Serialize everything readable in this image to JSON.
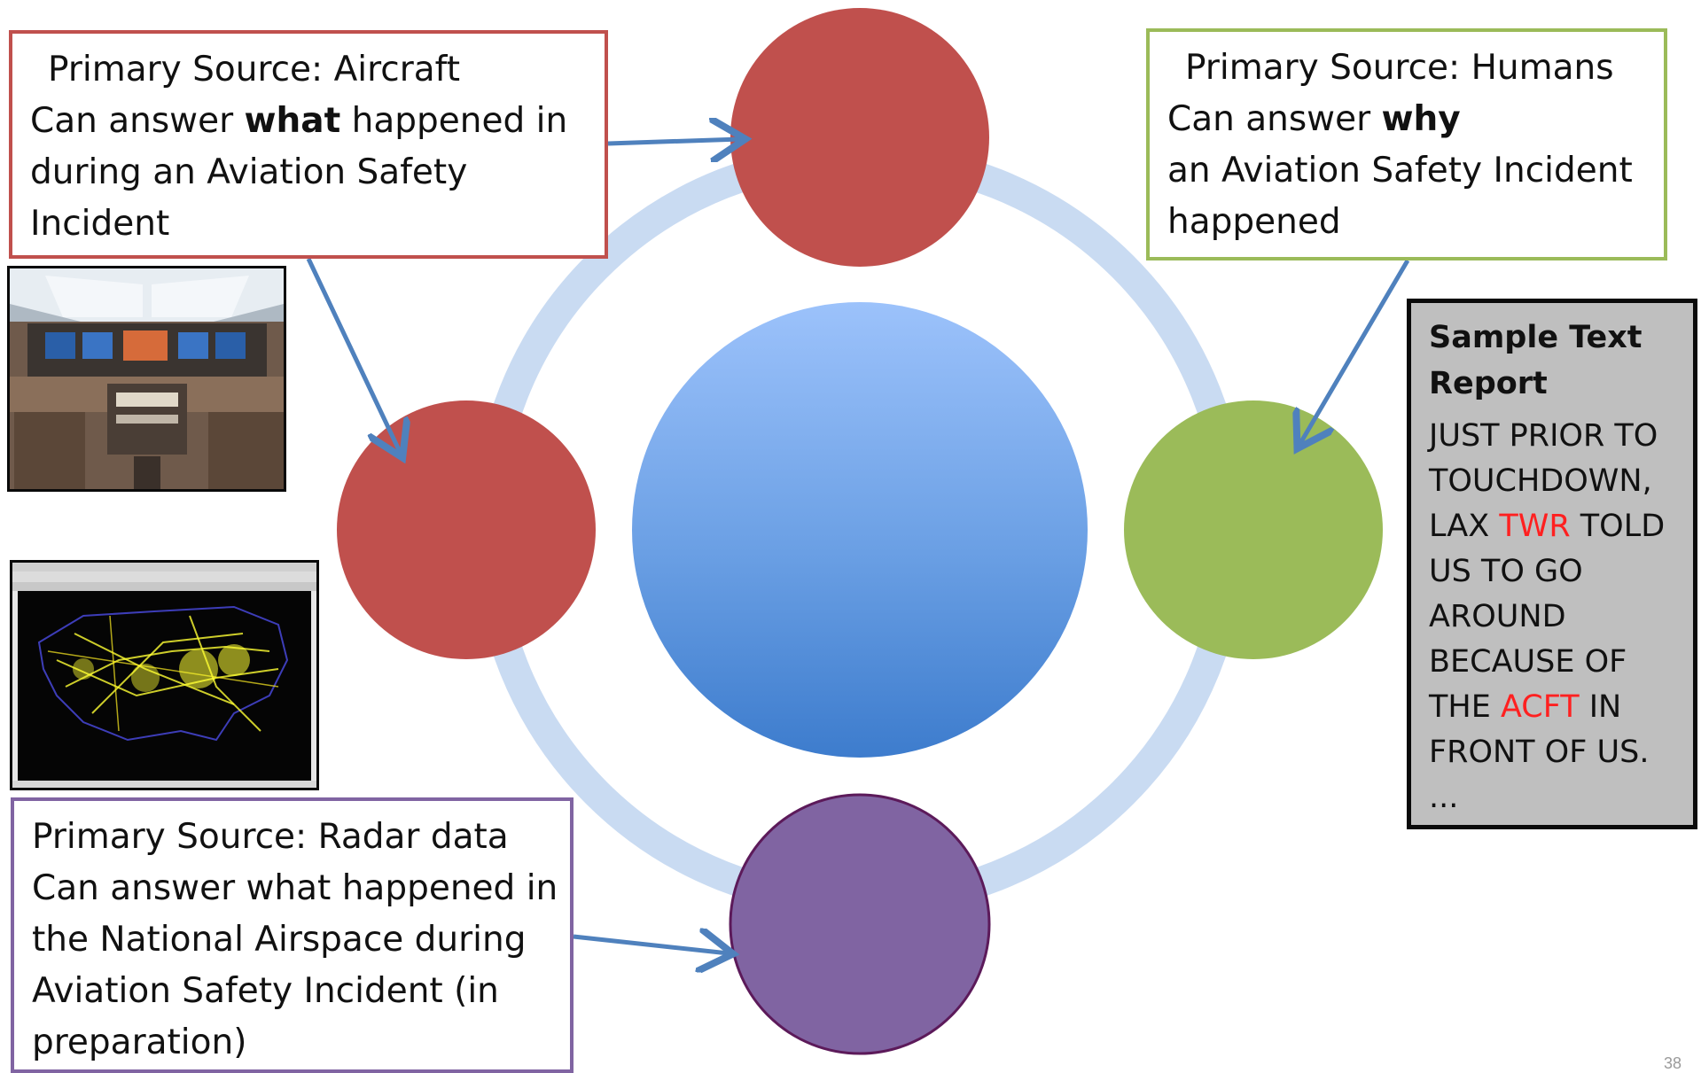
{
  "boxes": {
    "aircraft": {
      "heading": "Primary Source:  Aircraft",
      "pre": "Can answer ",
      "emph": "what",
      "post": " happened in",
      "line3": "during an Aviation Safety",
      "line4": "Incident"
    },
    "humans": {
      "heading": "Primary Source:  Humans",
      "pre": "Can answer ",
      "emph": "why",
      "line3": "an  Aviation Safety Incident",
      "line4": "happened"
    },
    "radar": {
      "heading": "Primary Source:  Radar data",
      "line2": "Can answer what happened in",
      "line3": "the National Airspace during",
      "line4": "Aviation Safety Incident (in",
      "line5": "preparation)"
    }
  },
  "report": {
    "title_1": "Sample Text",
    "title_2": "Report",
    "line_1": "JUST PRIOR TO",
    "line_2": "TOUCHDOWN,",
    "line_3_a": "LAX ",
    "line_3_red": "TWR",
    "line_3_b": " TOLD",
    "line_4": "US TO GO",
    "line_5": "AROUND",
    "line_6": "BECAUSE OF",
    "line_7_a": "THE ",
    "line_7_red": "ACFT",
    "line_7_b": " IN",
    "line_8": "FRONT OF US.",
    "line_9": "..."
  },
  "slide_number": "38",
  "colors": {
    "aircraft_red": "#c0504d",
    "human_green": "#9bbb59",
    "radar_purple": "#8064a2",
    "center_blue": "#4f81bd",
    "ring_blue": "#c6d9f1",
    "arrow_blue": "#4f81bd",
    "report_highlight": "#ff2020"
  }
}
